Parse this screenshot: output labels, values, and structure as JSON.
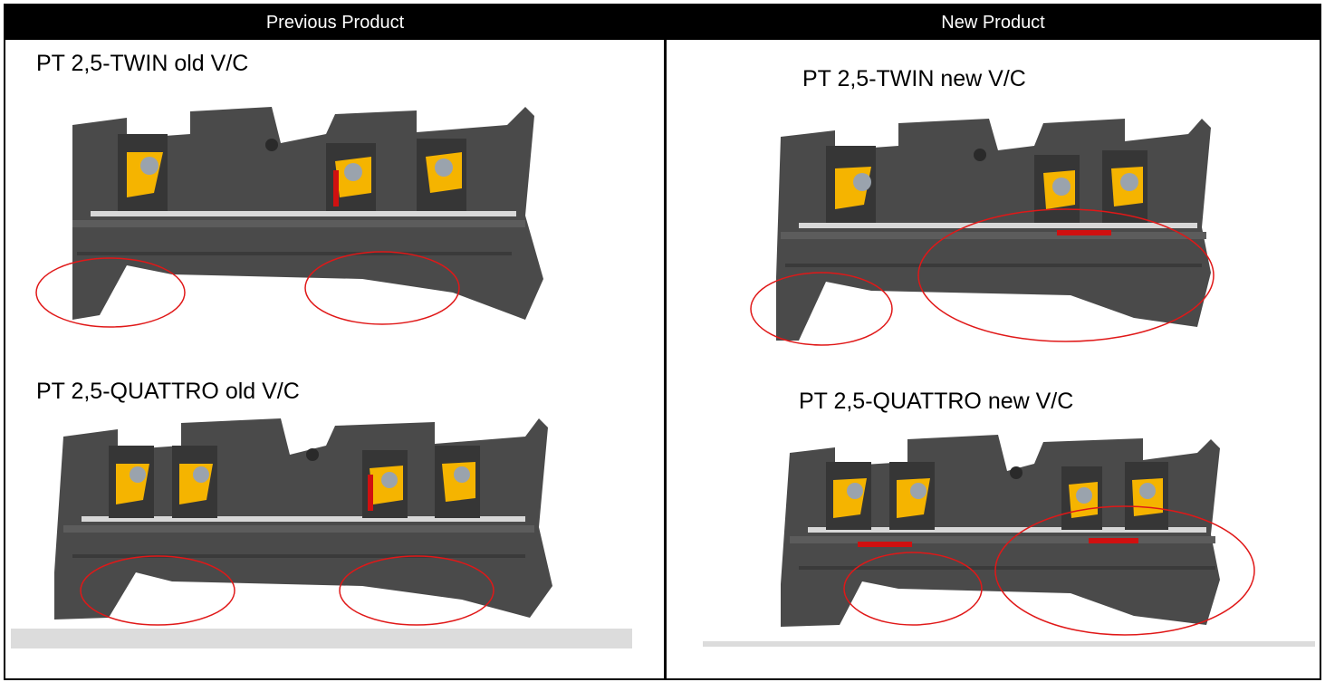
{
  "headers": {
    "left": "Previous Product",
    "right": "New Product"
  },
  "left_panel": {
    "twin_label": "PT 2,5-TWIN old V/C",
    "quattro_label": "PT 2,5-QUATTRO old V/C"
  },
  "right_panel": {
    "twin_label": "PT 2,5-TWIN new V/C",
    "quattro_label": "PT 2,5-QUATTRO new V/C"
  },
  "colors": {
    "housing": "#4a4a4a",
    "housing_light": "#6a6a6a",
    "clamp": "#f5b400",
    "marker_red": "#d01010",
    "busbar": "#d8d8d8",
    "highlight_ellipse": "#e01818"
  },
  "icons": {
    "terminal_block": "terminal-block-illustration",
    "highlight": "highlight-ellipse"
  }
}
